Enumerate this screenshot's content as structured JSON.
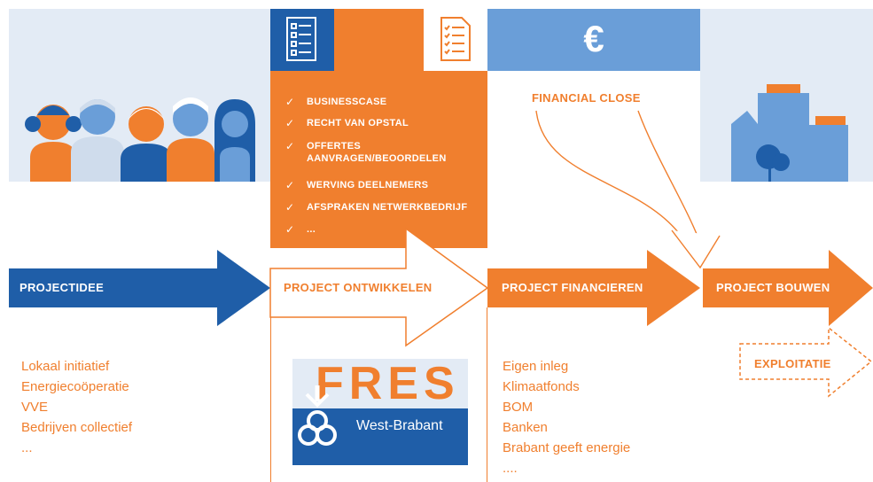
{
  "colors": {
    "blue": "#1f5ea8",
    "orange": "#f07f2e",
    "light_blue": "#6a9ed8",
    "band": "#e3ebf5"
  },
  "icons": [
    "checklist-icon",
    "document-checklist-icon",
    "euro-icon",
    "people-illustration",
    "building-illustration",
    "fres-logo-emblem"
  ],
  "steps": {
    "projectidee": "PROJECTIDEE",
    "ontwikkelen": "PROJECT ONTWIKKELEN",
    "financieren": "PROJECT FINANCIEREN",
    "bouwen": "PROJECT BOUWEN",
    "exploitatie": "EXPLOITATIE"
  },
  "financial_close": "FINANCIAL CLOSE",
  "development_tasks": [
    "BUSINESSCASE",
    "RECHT VAN OPSTAL",
    "OFFERTES",
    "AANVRAGEN/BEOORDELEN",
    "WERVING DEELNEMERS",
    "AFSPRAKEN NETWERKBEDRIJF",
    "..."
  ],
  "initiators": [
    "Lokaal initiatief",
    "Energiecoöperatie",
    "VVE",
    "Bedrijven collectief",
    "..."
  ],
  "financiers": [
    "Eigen inleg",
    "Klimaatfonds",
    "BOM",
    "Banken",
    "Brabant geeft energie",
    "...."
  ],
  "logo": {
    "title": "FRES",
    "subtitle": "West-Brabant"
  }
}
